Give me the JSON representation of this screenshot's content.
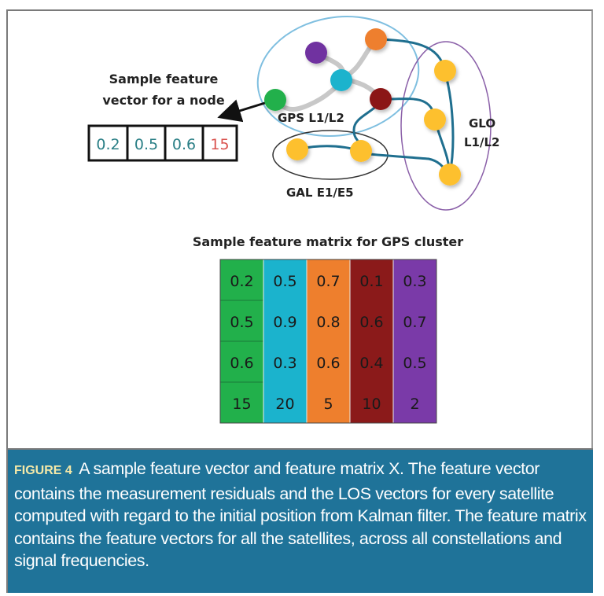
{
  "vector_block": {
    "title_line1": "Sample feature",
    "title_line2": "vector for a node",
    "values": [
      "0.2",
      "0.5",
      "0.6",
      "15"
    ],
    "value_colors": [
      "#2a7f86",
      "#2a7f86",
      "#2a7f86",
      "#d9534f"
    ]
  },
  "graph": {
    "clusters": [
      {
        "label": "GPS L1/L2",
        "outline_color": "#7fbfe0"
      },
      {
        "label": "GAL E1/E5",
        "outline_color": "#333333"
      },
      {
        "label_line1": "GLO",
        "label_line2": "L1/L2",
        "outline_color": "#8a5fa8"
      }
    ],
    "node_colors": {
      "green": "#22b04b",
      "cyan": "#1bb3cd",
      "purple": "#7030a0",
      "orange": "#ee7f2d",
      "dark_red": "#8b1414",
      "yellow": "#fdc02f"
    },
    "intra_edge_color": "#c8c8c8",
    "inter_edge_color": "#1f6f8f"
  },
  "matrix": {
    "title": "Sample feature matrix for GPS cluster",
    "columns": [
      {
        "color": "#22b04b",
        "values": [
          "0.2",
          "0.5",
          "0.6",
          "15"
        ]
      },
      {
        "color": "#1bb3cd",
        "values": [
          "0.5",
          "0.9",
          "0.3",
          "20"
        ]
      },
      {
        "color": "#ee7f2d",
        "values": [
          "0.7",
          "0.8",
          "0.6",
          "5"
        ]
      },
      {
        "color": "#8b1a1a",
        "values": [
          "0.1",
          "0.6",
          "0.4",
          "10"
        ]
      },
      {
        "color": "#7a3aa8",
        "values": [
          "0.3",
          "0.7",
          "0.5",
          "2"
        ]
      }
    ]
  },
  "caption": {
    "label": "FIGURE 4",
    "text": "A sample feature vector and feature matrix X. The feature vector contains the measurement residuals and the LOS vectors for every satellite computed with regard to the initial position from Kalman filter. The feature matrix contains the feature vectors for all the satellites, across all constellations and signal frequencies."
  }
}
